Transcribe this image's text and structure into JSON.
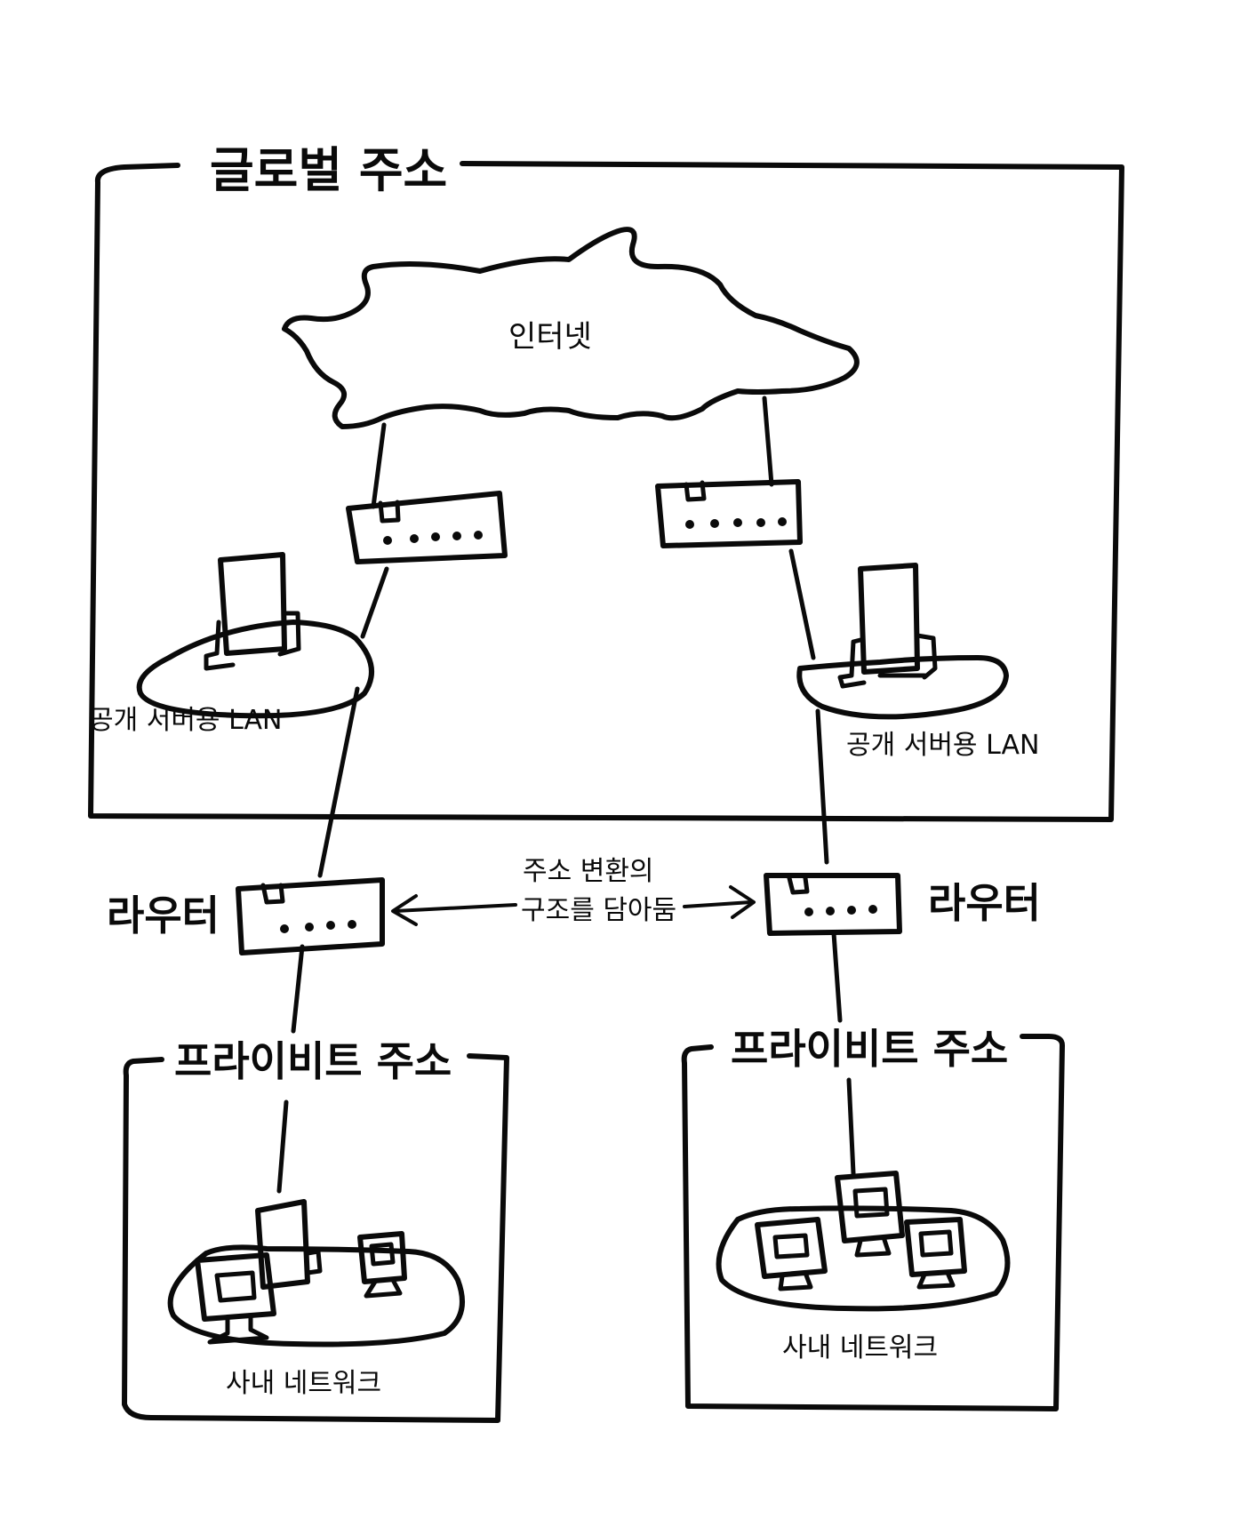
{
  "labels": {
    "global_address": "글로벌 주소",
    "internet": "인터넷",
    "public_lan_left": "공개 서버용 LAN",
    "public_lan_right": "공개 서버용 LAN",
    "router_left": "라우터",
    "router_right": "라우터",
    "nat_line1": "주소 변환의",
    "nat_line2": "구조를 담아둠",
    "private_address_left": "프라이비트 주소",
    "private_address_right": "프라이비트 주소",
    "internal_network_left": "사내 네트워크",
    "internal_network_right": "사내 네트워크"
  },
  "colors": {
    "ink": "#0a0a0a",
    "paper": "#ffffff"
  }
}
